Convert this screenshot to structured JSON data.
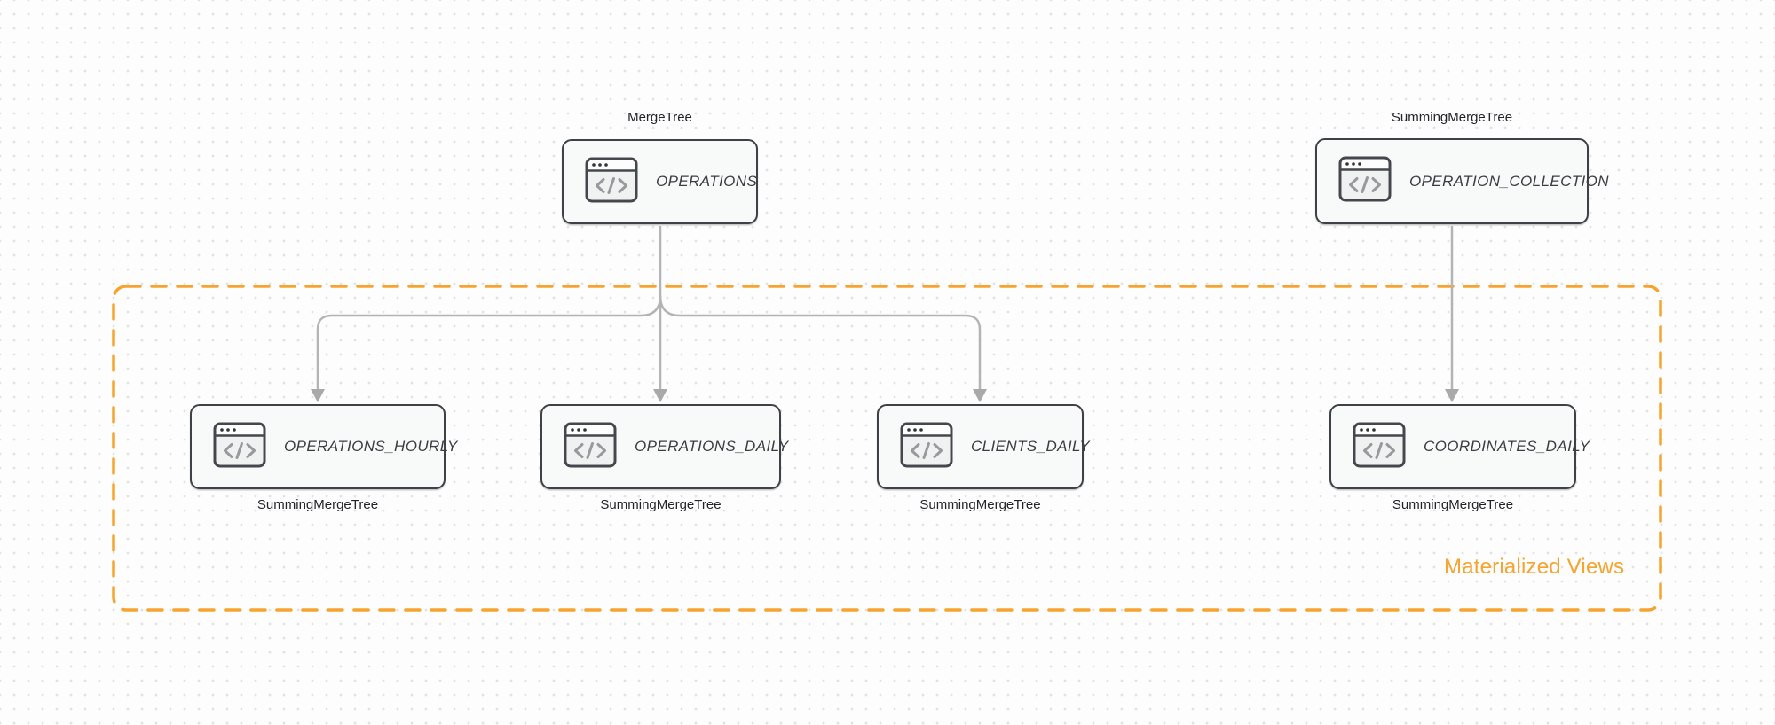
{
  "canvas": {
    "background": "#fdfdfd",
    "dot_grid_color": "#e2e2e2"
  },
  "colors": {
    "accent_orange": "#f7a42f",
    "node_border": "#3e4247",
    "node_fill": "#f8f9f9",
    "arrow_gray": "#b4b4b4",
    "node_title_text": "#3a3e43",
    "engine_label_text": "#212428"
  },
  "group": {
    "label": "Materialized Views"
  },
  "nodes": [
    {
      "id": "operations",
      "title": "OPERATIONS",
      "engine": "MergeTree",
      "engine_label_position": "top",
      "icon": "code-window-icon"
    },
    {
      "id": "operation-collection",
      "title": "OPERATION_COLLECTION",
      "engine": "SummingMergeTree",
      "engine_label_position": "top",
      "icon": "code-window-icon"
    },
    {
      "id": "operations-hourly",
      "title": "OPERATIONS_HOURLY",
      "engine": "SummingMergeTree",
      "engine_label_position": "bottom",
      "icon": "code-window-icon"
    },
    {
      "id": "operations-daily",
      "title": "OPERATIONS_DAILY",
      "engine": "SummingMergeTree",
      "engine_label_position": "bottom",
      "icon": "code-window-icon"
    },
    {
      "id": "clients-daily",
      "title": "CLIENTS_DAILY",
      "engine": "SummingMergeTree",
      "engine_label_position": "bottom",
      "icon": "code-window-icon"
    },
    {
      "id": "coordinates-daily",
      "title": "COORDINATES_DAILY",
      "engine": "SummingMergeTree",
      "engine_label_position": "bottom",
      "icon": "code-window-icon"
    }
  ],
  "edges": [
    {
      "from": "OPERATIONS",
      "to": "OPERATIONS_HOURLY"
    },
    {
      "from": "OPERATIONS",
      "to": "OPERATIONS_DAILY"
    },
    {
      "from": "OPERATIONS",
      "to": "CLIENTS_DAILY"
    },
    {
      "from": "OPERATION_COLLECTION",
      "to": "COORDINATES_DAILY"
    }
  ]
}
